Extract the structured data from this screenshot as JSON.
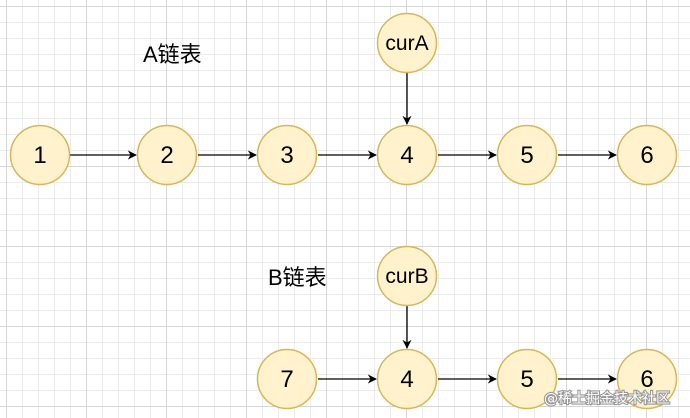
{
  "list_a": {
    "label": "A链表",
    "nodes": [
      "1",
      "2",
      "3",
      "4",
      "5",
      "6"
    ],
    "pointer": "curA"
  },
  "list_b": {
    "label": "B链表",
    "nodes": [
      "7",
      "4",
      "5",
      "6"
    ],
    "pointer": "curB"
  },
  "watermark": "@稀土掘金技术社区",
  "colors": {
    "node_fill": "#fff2cc",
    "node_stroke": "#d6b656",
    "edge": "#000000"
  }
}
